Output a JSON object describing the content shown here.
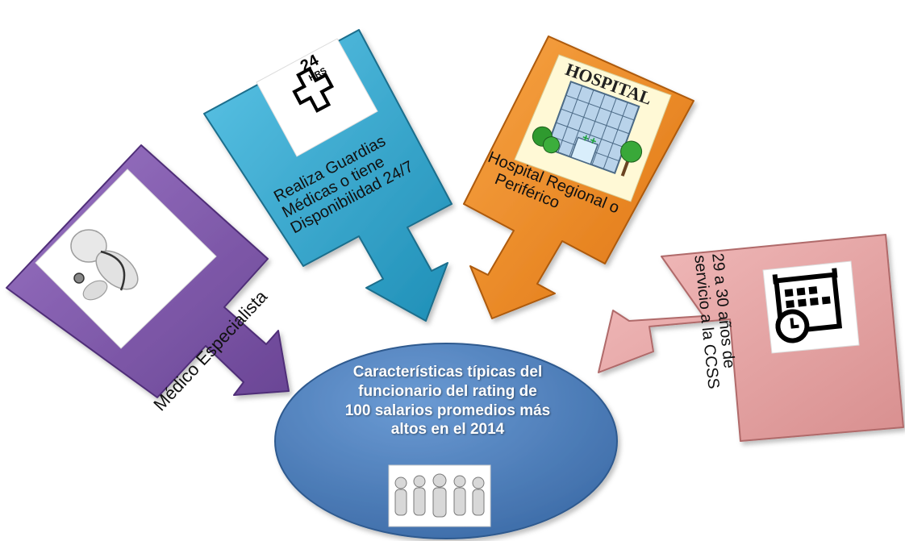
{
  "center": {
    "lines": [
      "Características típicas del",
      "funcionario del rating de",
      "100  salarios promedios más",
      "altos en el 2014"
    ],
    "icon": "people-group-icon"
  },
  "callouts": [
    {
      "id": "medico",
      "color": "#7d53a6",
      "text_lines": [
        "Médico Especialista"
      ],
      "icon": "3d-doctor-stethoscope-icon"
    },
    {
      "id": "guardias",
      "color": "#2fa8cc",
      "text_lines": [
        "Realiza Guardias",
        "Médicas o tiene",
        "Disponibilidad 24/7"
      ],
      "icon": "24-hrs-cross-icon",
      "icon_text": [
        "24",
        "HRS"
      ]
    },
    {
      "id": "hospital",
      "color": "#f0891f",
      "text_lines": [
        "Hospital Regional o",
        "Periférico"
      ],
      "icon": "hospital-building-icon",
      "icon_text": "HOSPITAL"
    },
    {
      "id": "servicio",
      "color": "#e6a4a4",
      "text_lines": [
        "29 a 30 años de",
        "servicio a la CCSS"
      ],
      "icon": "calendar-clock-icon"
    }
  ],
  "colors": {
    "ellipse": "#4f81bd",
    "ellipse_edge": "#3a6597"
  }
}
